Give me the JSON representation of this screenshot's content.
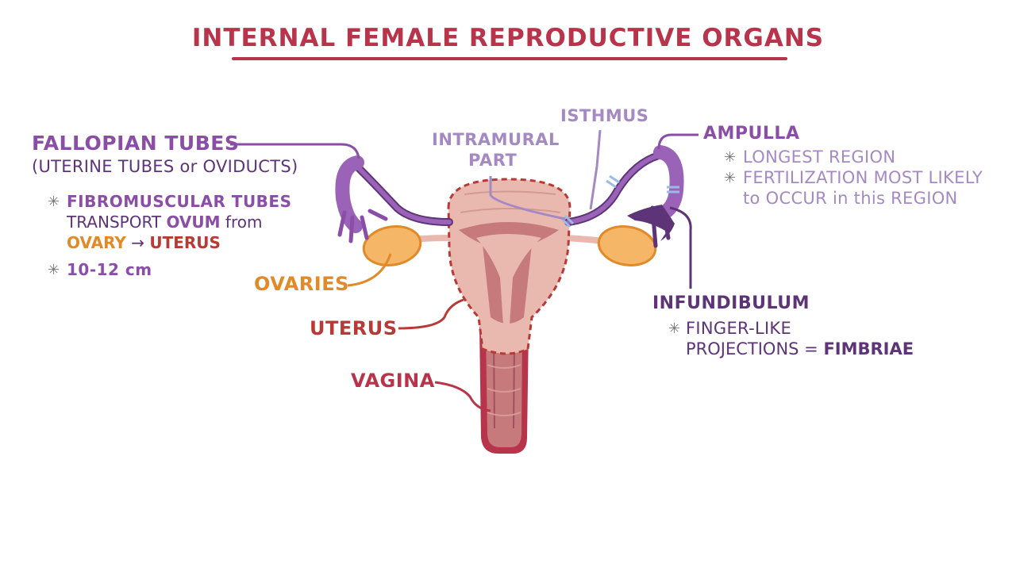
{
  "title": "INTERNAL FEMALE REPRODUCTIVE ORGANS",
  "colors": {
    "title": "#b8344a",
    "purple": "#8b4ea6",
    "purple_dark": "#5c3477",
    "lavender": "#a58ac2",
    "orange": "#e08a2a",
    "ovary_fill": "#f6b668",
    "red": "#b83a36",
    "vagina_red": "#b8344a",
    "uterus_fill": "#e9b9b0",
    "uterus_inner": "#c67a7c",
    "tube_fill": "#9b63b8",
    "gray": "#777777",
    "isthmus_band": "#9bbbe6"
  },
  "fallopian": {
    "title": "FALLOPIAN TUBES",
    "subtitle": "(UTERINE TUBES or OVIDUCTS)",
    "b1_line1": "FIBROMUSCULAR TUBES",
    "b1_line2_a": "TRANSPORT ",
    "b1_line2_b": "OVUM",
    "b1_line2_c": " from",
    "b1_line3_a": "OVARY",
    "b1_line3_b": " → ",
    "b1_line3_c": "UTERUS",
    "b2": "10-12 cm"
  },
  "labels": {
    "ovaries": "OVARIES",
    "uterus": "UTERUS",
    "vagina": "VAGINA",
    "intramural_1": "INTRAMURAL",
    "intramural_2": "PART",
    "isthmus": "ISTHMUS",
    "ampulla": "AMPULLA",
    "infundibulum": "INFUNDIBULUM"
  },
  "ampulla_notes": {
    "n1": "LONGEST REGION",
    "n2_line1": "FERTILIZATION MOST LIKELY",
    "n2_line2": "to OCCUR in this REGION"
  },
  "infundibulum_notes": {
    "n1_line1": "FINGER-LIKE",
    "n1_line2_a": "PROJECTIONS = ",
    "n1_line2_b": "FIMBRIAE"
  },
  "bullet_symbol": "✳"
}
